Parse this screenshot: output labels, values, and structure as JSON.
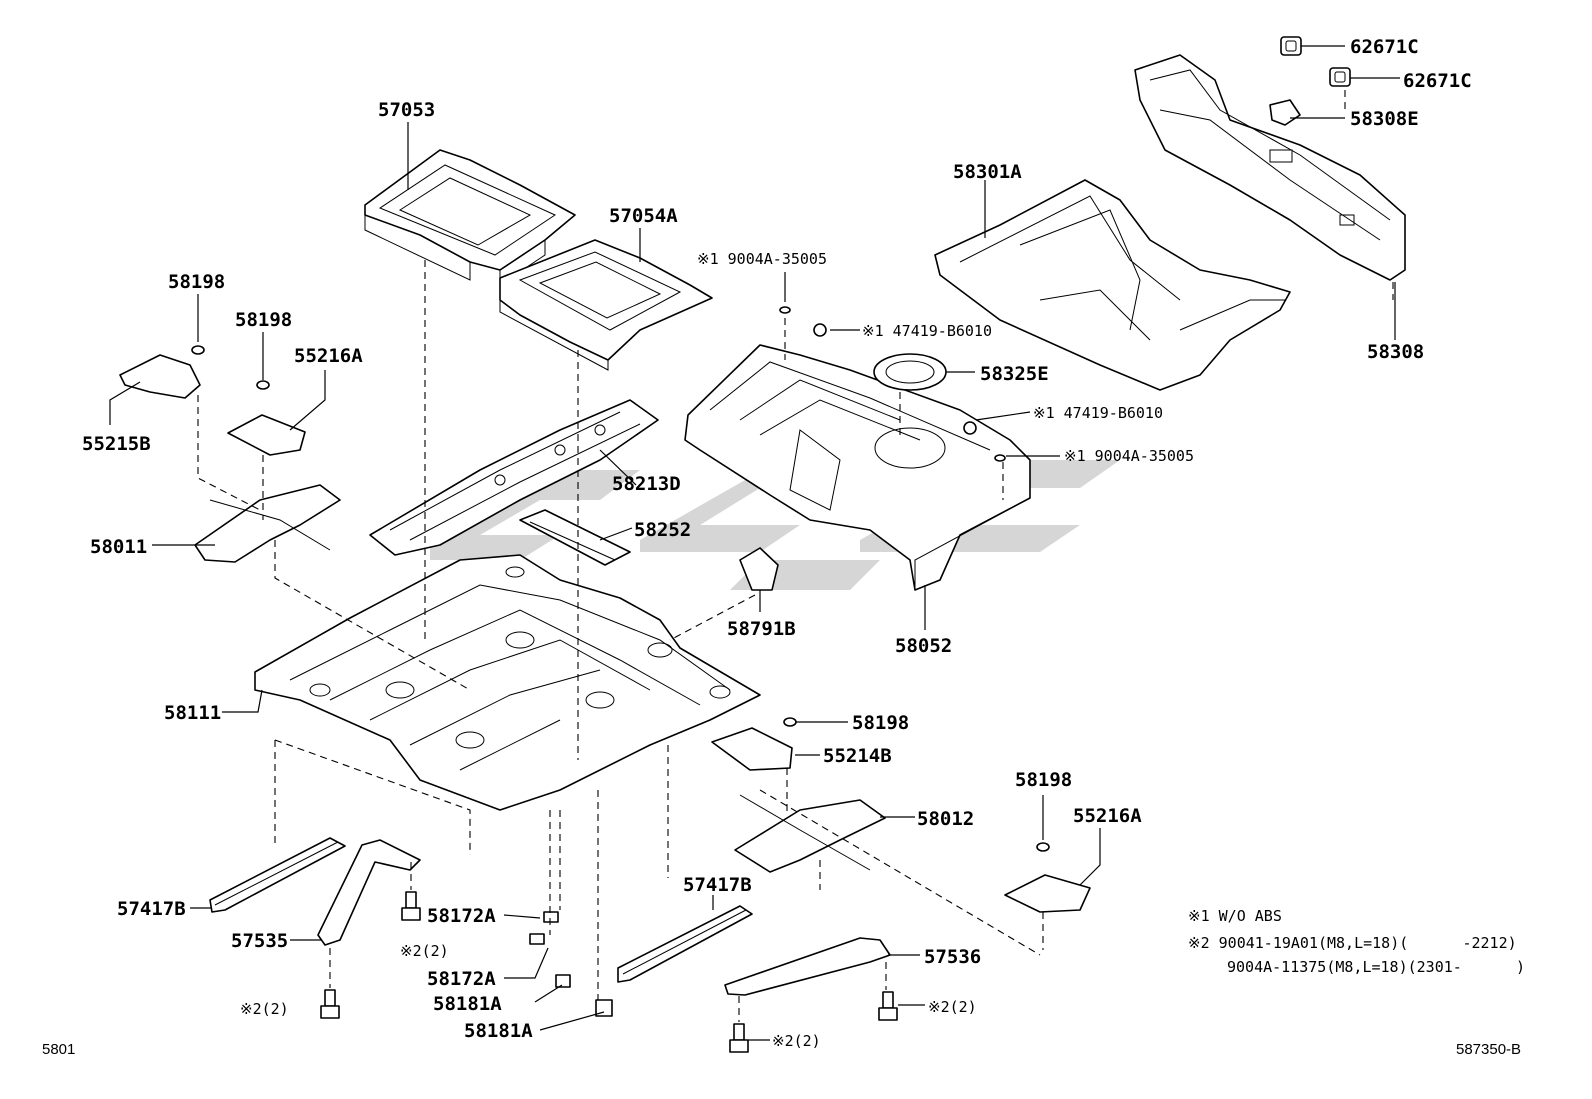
{
  "labels": {
    "p57053": "57053",
    "p57054A": "57054A",
    "p58198_a": "58198",
    "p58198_b": "58198",
    "p55216A_a": "55216A",
    "p55215B": "55215B",
    "p58011": "58011",
    "p58213D": "58213D",
    "p58252": "58252",
    "p58111": "58111",
    "p58791B": "58791B",
    "p58052": "58052",
    "p9004A_a": "※1 9004A-35005",
    "p47419_a": "※1 47419-B6010",
    "p58325E": "58325E",
    "p47419_b": "※1 47419-B6010",
    "p9004A_b": "※1 9004A-35005",
    "p58301A": "58301A",
    "p62671C_a": "62671C",
    "p62671C_b": "62671C",
    "p58308E": "58308E",
    "p58308": "58308",
    "p58198_c": "58198",
    "p55214B": "55214B",
    "p58012": "58012",
    "p58198_d": "58198",
    "p55216A_b": "55216A",
    "p57417B_a": "57417B",
    "p57535": "57535",
    "p58172A_a": "58172A",
    "p58172A_b": "58172A",
    "p58181A_a": "58181A",
    "p58181A_b": "58181A",
    "p57417B_b": "57417B",
    "p57536": "57536",
    "bolt_a": "※2(2)",
    "bolt_b": "※2(2)",
    "bolt_c": "※2(2)",
    "bolt_d": "※2(2)"
  },
  "notes": {
    "n1": "※1 W/O ABS",
    "n2a": "※2 90041-19A01(M8,L=18)(      -2212)",
    "n2b": "9004A-11375(M8,L=18)(2301-      )"
  },
  "corner": {
    "left": "5801",
    "right": "587350-B"
  }
}
